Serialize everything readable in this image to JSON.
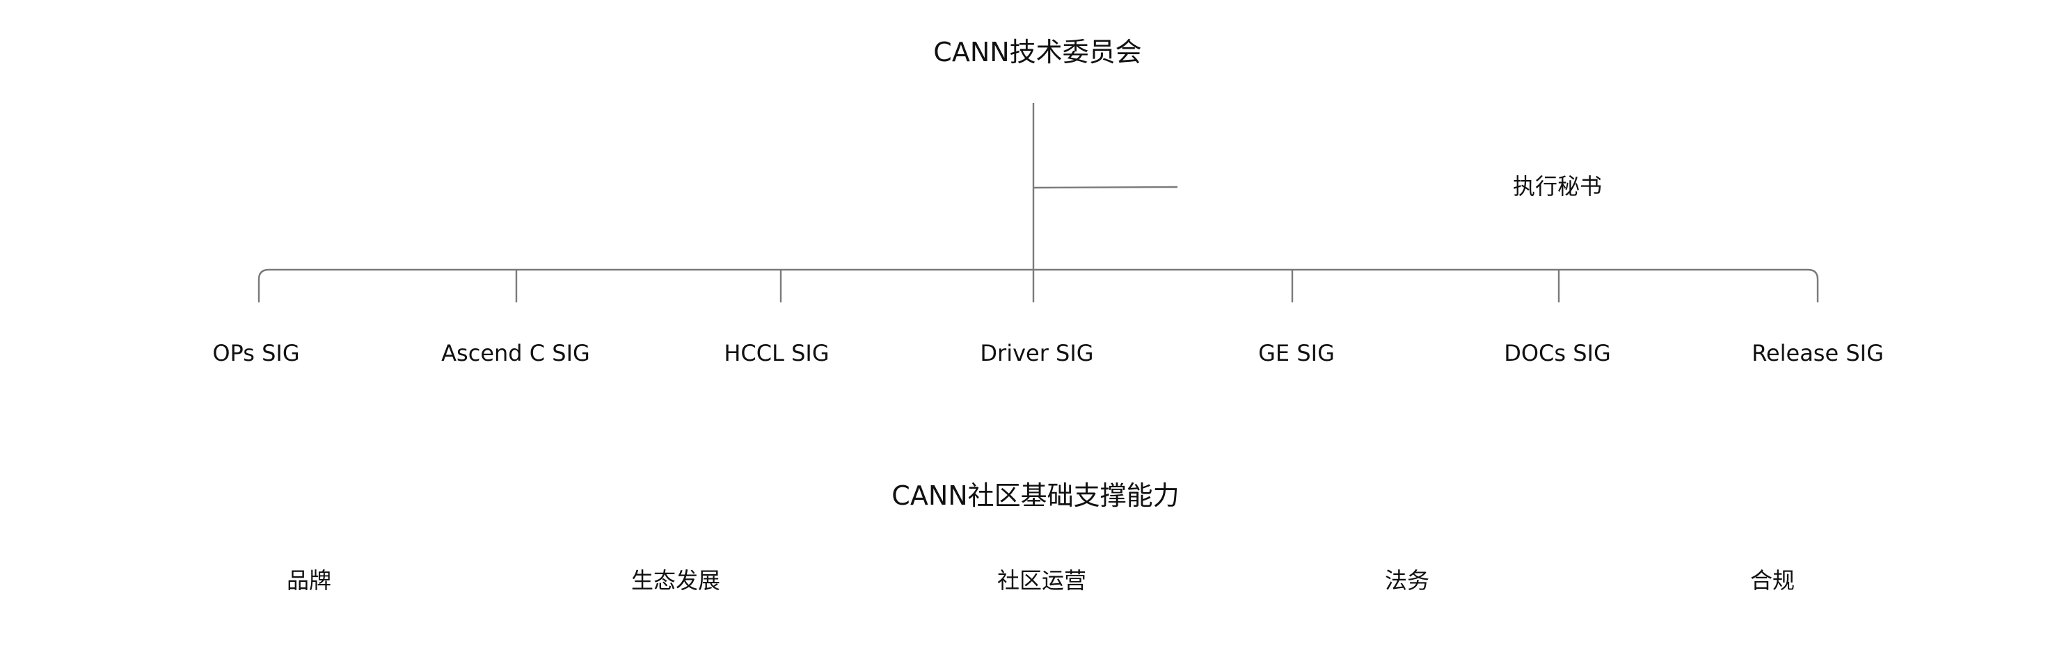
{
  "committee": {
    "title": "CANN技术委员会",
    "secretary": "执行秘书"
  },
  "sigs": [
    {
      "label": "OPs SIG"
    },
    {
      "label": "Ascend C SIG"
    },
    {
      "label": "HCCL SIG"
    },
    {
      "label": "Driver SIG"
    },
    {
      "label": "GE SIG"
    },
    {
      "label": "DOCs SIG"
    },
    {
      "label": "Release SIG"
    }
  ],
  "support": {
    "title": "CANN社区基础支撑能力",
    "items": [
      {
        "label": "品牌"
      },
      {
        "label": "生态发展"
      },
      {
        "label": "社区运营"
      },
      {
        "label": "法务"
      },
      {
        "label": "合规"
      }
    ]
  }
}
